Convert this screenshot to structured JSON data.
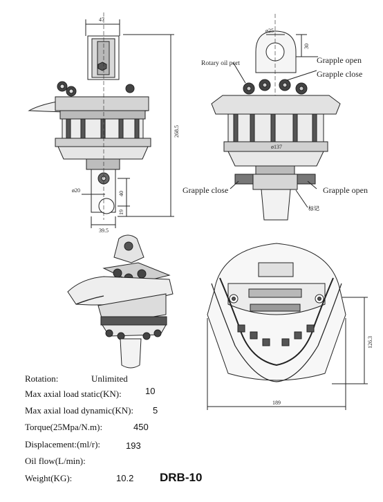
{
  "top_views": {
    "dim_width_top": "47",
    "dim_height_total": "268.5",
    "dim_pin_dia_left": "ø20",
    "dim_pin_spacing": "40",
    "dim_pin_to_end": "19",
    "dim_base_width": "39.5",
    "dim_top_pin_dia": "ø25",
    "dim_top_pin_offset": "30",
    "dim_housing_dia": "ø137",
    "label_rotary_oil_port": "Rotary oil port",
    "label_grapple_open_top": "Grapple open",
    "label_grapple_close_top": "Grapple close",
    "label_grapple_close_bottom": "Grapple close",
    "label_grapple_open_bottom": "Grapple open",
    "label_chinese_mark": "标记"
  },
  "bottom_views": {
    "dim_right_height": "126.3",
    "dim_right_width": "189"
  },
  "specs": [
    {
      "label": "Rotation:",
      "value": "Unlimited"
    },
    {
      "label": "Max axial load static(KN):",
      "value": "10"
    },
    {
      "label": "Max axial load dynamic(KN):",
      "value": "5"
    },
    {
      "label": "Torque(25Mpa/N.m):",
      "value": "450"
    },
    {
      "label": "Displacement:(ml/r):",
      "value": "193"
    },
    {
      "label": "Oil flow(L/min):",
      "value": ""
    },
    {
      "label": "Weight(KG):",
      "value": "10.2"
    }
  ],
  "model": "DRB-10"
}
